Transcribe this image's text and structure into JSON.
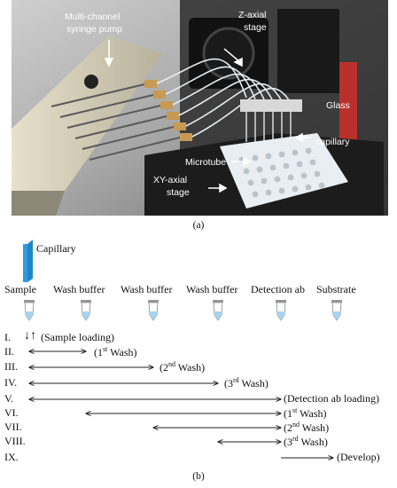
{
  "photo": {
    "labels": {
      "syringe_pump_1": "Multi-channel",
      "syringe_pump_2": "syringe pump",
      "z_stage_1": "Z-axial",
      "z_stage_2": "stage",
      "glass_cap_1": "Glass",
      "glass_cap_2": "capillary",
      "microtube": "Microtube",
      "xy_stage_1": "XY-axial",
      "xy_stage_2": "stage"
    },
    "caption": "(a)"
  },
  "diagram": {
    "capillary_label": "Capillary",
    "tubes": [
      "Sample",
      "Wash buffer",
      "Wash buffer",
      "Wash buffer",
      "Detection ab",
      "Substrate"
    ],
    "steps": [
      {
        "num": "I.",
        "arrows": "↓↑",
        "text": "(Sample loading)"
      },
      {
        "num": "II.",
        "text_pre": "(1",
        "sup": "st",
        "text_post": " Wash)"
      },
      {
        "num": "III.",
        "text_pre": "(2",
        "sup": "nd",
        "text_post": " Wash)"
      },
      {
        "num": "IV.",
        "text_pre": "(3",
        "sup": "rd",
        "text_post": " Wash)"
      },
      {
        "num": "V.",
        "text": "(Detection ab loading)"
      },
      {
        "num": "VI.",
        "text_pre": "(1",
        "sup": "st",
        "text_post": " Wash)"
      },
      {
        "num": "VII.",
        "text_pre": "(2",
        "sup": "nd",
        "text_post": " Wash)"
      },
      {
        "num": "VIII.",
        "text_pre": "(3",
        "sup": "rd",
        "text_post": " Wash)"
      },
      {
        "num": "IX.",
        "text": "(Develop)"
      }
    ],
    "caption": "(b)"
  },
  "colors": {
    "capillary": "#2a9de0",
    "liquid": "#a8d4f0",
    "arrow": "#222222"
  }
}
